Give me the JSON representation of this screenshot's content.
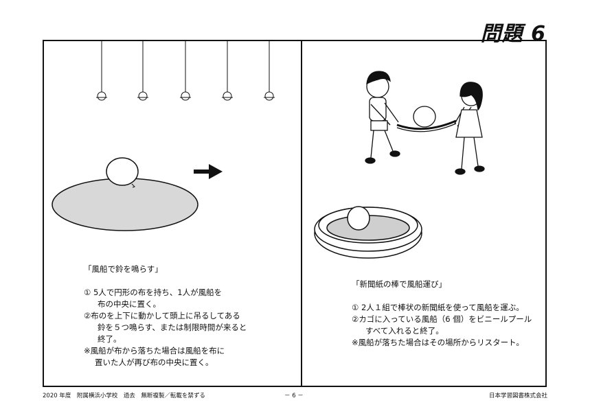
{
  "header": {
    "problem_label": "問題 6"
  },
  "left_panel": {
    "caption": {
      "title": "「風船で鈴を鳴らす」",
      "steps": [
        "① 5人で円形の布を持ち、1人が風船を",
        "布の中央に置く。",
        "②布のを上下に動かして頭上に吊るしてある",
        "鈴を５つ鳴らす、または制限時間が来ると",
        "終了。",
        "※風船が布から落ちた場合は風船を布に",
        "置いた人が再び布の中央に置く。"
      ]
    }
  },
  "right_panel": {
    "caption": {
      "title": "「新聞紙の棒で風船運び」",
      "steps": [
        "① 2人１組で棒状の新聞紙を使って風船を運ぶ。",
        "②カゴに入っている風船（6 個）をビニールプール",
        "すべて入れると終了。",
        "※風船が落ちた場合はその場所からリスタート。"
      ]
    }
  },
  "footer": {
    "left": "2020 年度　附属横浜小学校　過去　無断複製／転載を禁ずる",
    "center": "－ 6 －",
    "right": "日本学習図書株式会社"
  }
}
